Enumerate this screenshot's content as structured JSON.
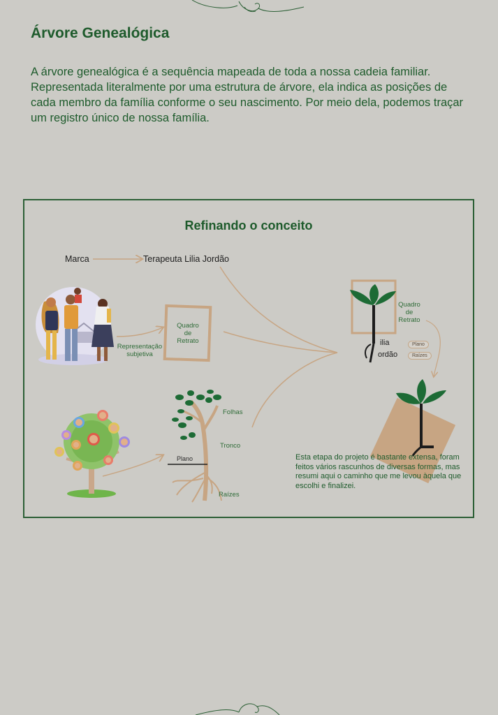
{
  "page": {
    "title": "Árvore Genealógica",
    "intro": "A árvore genealógica é a sequência mapeada de toda a nossa cadeia familiar. Representada literalmente por uma estrutura de árvore, ela indica as posições de cada membro da família conforme o seu nascimento. Por meio dela, podemos traçar um registro único de nossa família."
  },
  "diagram": {
    "title": "Refinando o conceito",
    "marca": "Marca",
    "brand_name": "Terapeuta Lilia Jordão",
    "portrait_label": "Quadro de Retrato",
    "subjective_label": "Representação subjetiva",
    "tree_parts": {
      "leaves": "Folhas",
      "trunk": "Tronco",
      "plane": "Plano",
      "roots": "Raízes"
    },
    "sketch": {
      "portrait_label": "Quadro de Retrato",
      "name_line1": "ilia",
      "name_line2": "ordão",
      "pill_plano": "Plano",
      "pill_raizes": "Raízes"
    },
    "note": "Esta etapa do projeto é bastante extensa, foram feitos vários rascunhos de diversas formas, mas resumi aqui o caminho que me levou àquela que escolhi e finalizei."
  },
  "colors": {
    "background": "#cccbc6",
    "green": "#1e5b2c",
    "leaf": "#1d6b35",
    "tan": "#c7a583",
    "dark": "#1c1c1c"
  }
}
